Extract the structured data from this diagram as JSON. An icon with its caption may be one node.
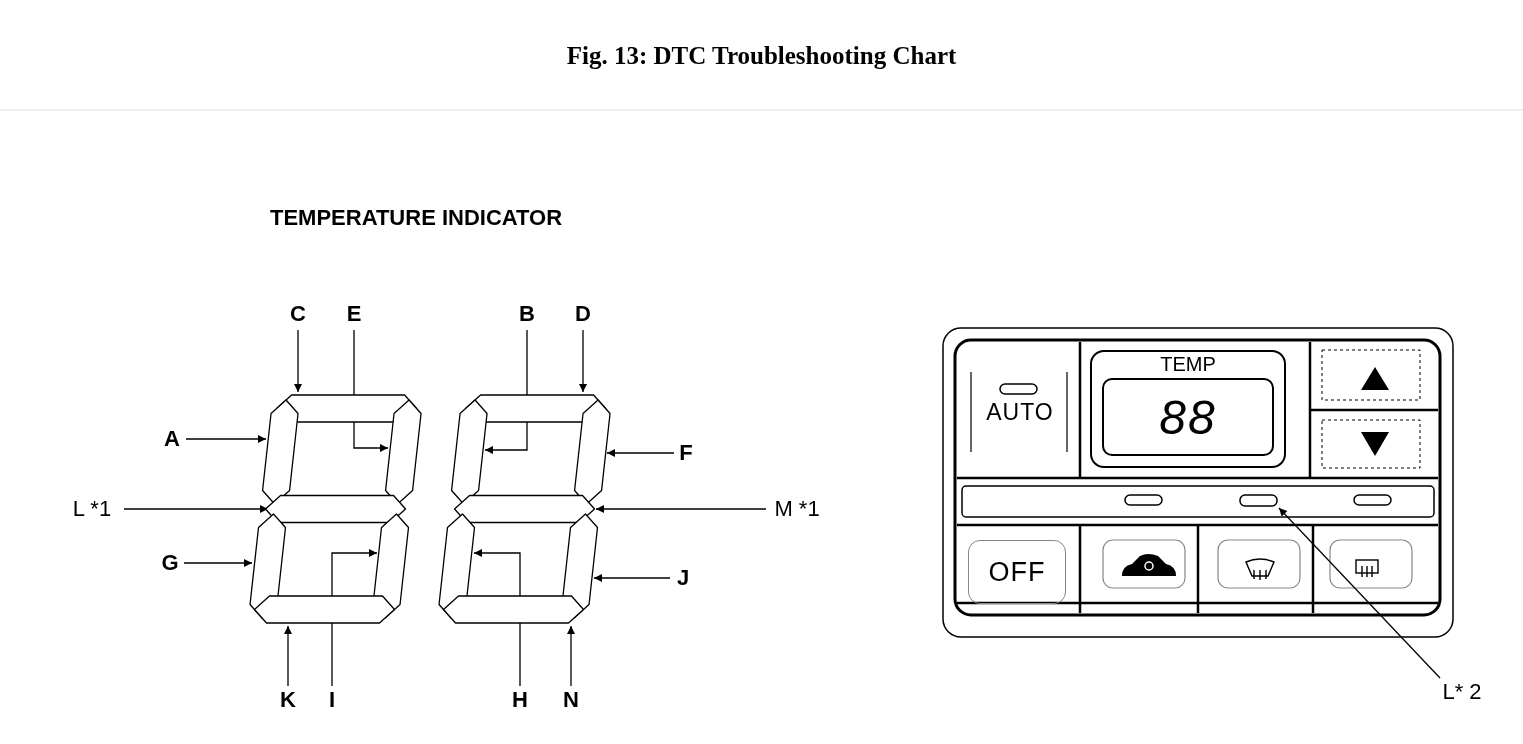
{
  "diagram": {
    "title": "Fig. 13: DTC Troubleshooting Chart",
    "nodes": [
      {
        "text": [
          "C"
        ]
      },
      {
        "text": [
          "E"
        ]
      },
      {
        "text": [
          "B"
        ]
      },
      {
        "text": [
          "D"
        ]
      },
      {
        "text": [
          "A"
        ]
      },
      {
        "text": [
          "F"
        ]
      },
      {
        "text": [
          "L *1"
        ]
      },
      {
        "text": [
          "M *1"
        ]
      },
      {
        "text": [
          "G"
        ]
      },
      {
        "text": [
          "J"
        ]
      },
      {
        "text": [
          "K"
        ]
      },
      {
        "text": [
          "I"
        ]
      },
      {
        "text": [
          "H"
        ]
      },
      {
        "text": [
          "N"
        ]
      },
      {
        "text": [],
        "shape": "bar"
      },
      {
        "text": [],
        "shape": "bar"
      },
      {
        "text": [],
        "shape": "bar"
      },
      {
        "text": [],
        "shape": "bar"
      },
      {
        "text": [],
        "shape": "bar"
      },
      {
        "text": [],
        "shape": "bar"
      },
      {
        "text": [],
        "shape": "bar"
      },
      {
        "text": [],
        "shape": "bar"
      },
      {
        "text": [],
        "shape": "bar"
      },
      {
        "text": [],
        "shape": "bar"
      },
      {
        "text": [],
        "shape": "bar"
      },
      {
        "text": [],
        "shape": "bar"
      },
      {
        "text": [],
        "shape": "bar"
      },
      {
        "text": [],
        "shape": "bar"
      },
      {
        "text": [
          "AUTO"
        ]
      },
      {
        "text": [
          "TEMP",
          "88"
        ]
      },
      {
        "text": [
          "OFF"
        ]
      },
      {
        "text": [],
        "shape": "bar"
      },
      {
        "text": [
          "L* 2"
        ]
      }
    ],
    "edges": [
      {
        "from": 0,
        "to": 14,
        "arrow": "to"
      },
      {
        "from": 1,
        "to": 16,
        "arrow": "to"
      },
      {
        "from": 2,
        "to": 22,
        "arrow": "to"
      },
      {
        "from": 3,
        "to": 21,
        "arrow": "to"
      },
      {
        "from": 4,
        "to": 15,
        "arrow": "to"
      },
      {
        "from": 5,
        "to": 23,
        "arrow": "to"
      },
      {
        "from": 6,
        "to": 17,
        "arrow": "to"
      },
      {
        "from": 7,
        "to": 24,
        "arrow": "to"
      },
      {
        "from": 8,
        "to": 18,
        "arrow": "to"
      },
      {
        "from": 9,
        "to": 26,
        "arrow": "to"
      },
      {
        "from": 10,
        "to": 20,
        "arrow": "to"
      },
      {
        "from": 11,
        "to": 19,
        "arrow": "to"
      },
      {
        "from": 12,
        "to": 25,
        "arrow": "to"
      },
      {
        "from": 13,
        "to": 27,
        "arrow": "to"
      },
      {
        "from": 32,
        "to": 31,
        "arrow": "to"
      }
    ],
    "labels": [
      "TEMPERATURE INDICATOR"
    ]
  }
}
